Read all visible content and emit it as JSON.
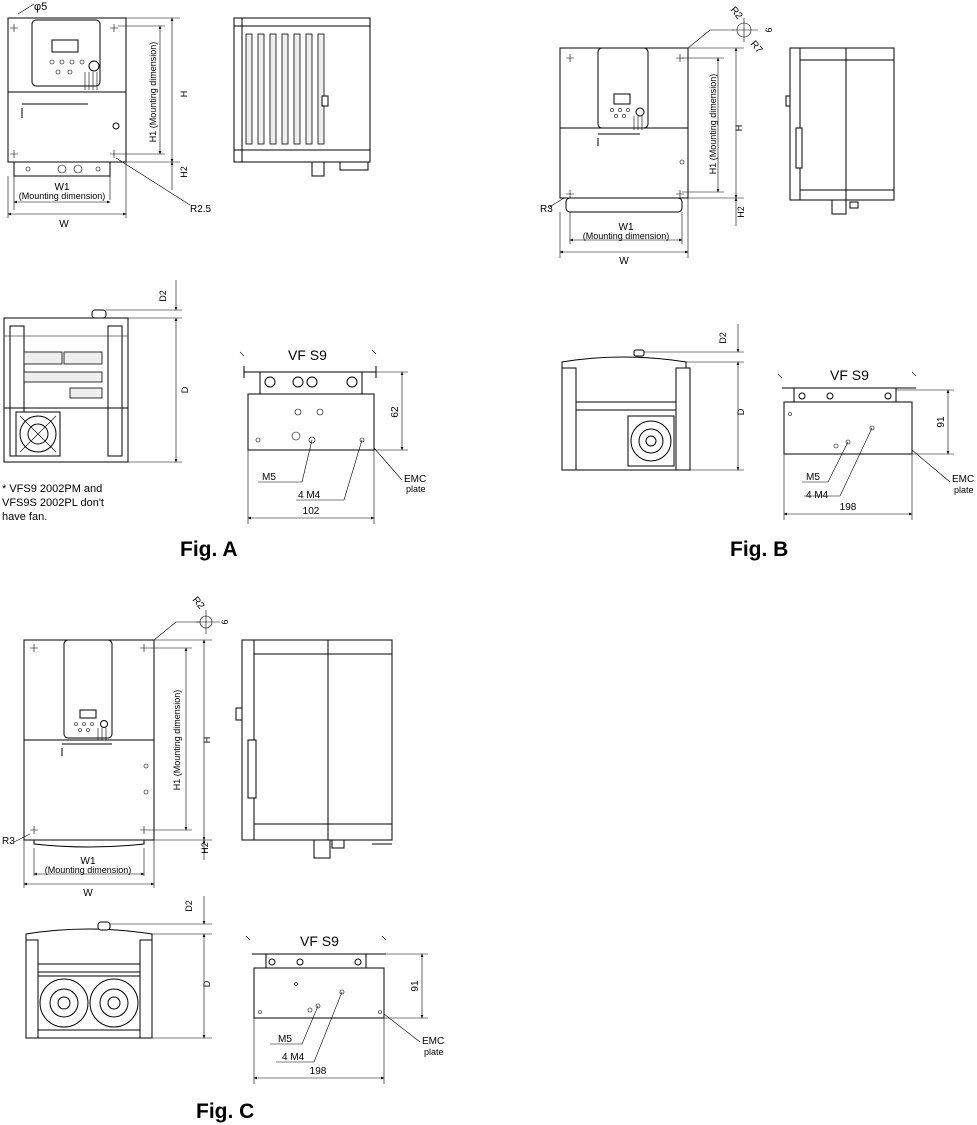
{
  "labels": {
    "H": "H",
    "H1": "H1 (Mounting dimension)",
    "H2": "H2",
    "W": "W",
    "W1": "W1",
    "W1_sub": "(Mounting dimension)",
    "D": "D",
    "D2": "D2",
    "vfs9": "VF S9",
    "m5": "M5",
    "m4": "4 M4",
    "emc1": "EMC",
    "emc2": "plate"
  },
  "fig_a": {
    "title": "Fig. A",
    "radius_top": "φ5",
    "radius_bottom": "R2.5",
    "plate_height": "62",
    "plate_width": "102"
  },
  "fig_b": {
    "title": "Fig. B",
    "r_top": "R2",
    "r_top2": "R7",
    "hole": "6",
    "r_bottom": "R3",
    "plate_height": "91",
    "plate_width": "198"
  },
  "fig_c": {
    "title": "Fig. C",
    "r_top": "R2",
    "hole": "6",
    "r_bottom": "R3",
    "plate_height": "91",
    "plate_width": "198"
  },
  "note": "* VFS9 2002PM and\n  VFS9S 2002PL don't\n  have fan."
}
